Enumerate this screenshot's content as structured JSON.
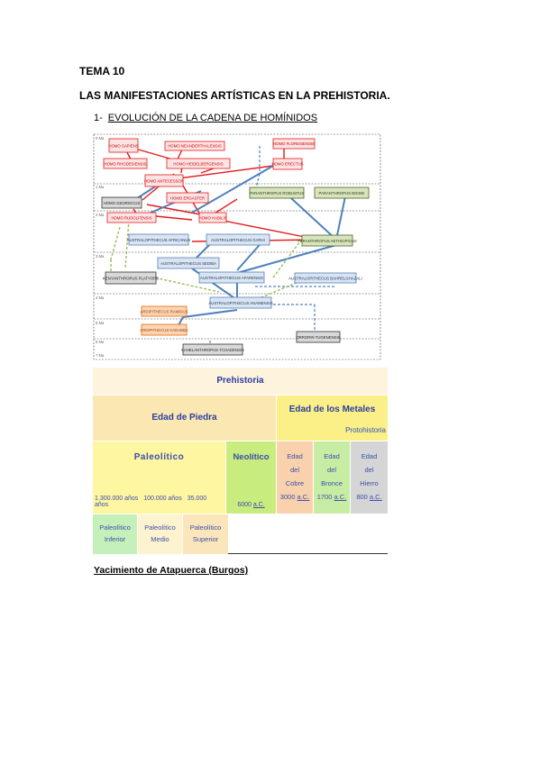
{
  "doc": {
    "tema": "TEMA 10",
    "heading": "LAS MANIFESTACIONES ARTÍSTICAS EN LA PREHISTORIA.",
    "section_number": "1-",
    "section_title": "EVOLUCIÓN DE LA CADENA DE HOMÍNIDOS",
    "footer_title": "Yacimiento de Atapuerca (Burgos)"
  },
  "diagram": {
    "nodes": [
      {
        "id": "n1",
        "label": "HOMO SAPIENS"
      },
      {
        "id": "n2",
        "label": "HOMO NEANDERTHALENSIS"
      },
      {
        "id": "n3",
        "label": "HOMO FLORESIENSIS"
      },
      {
        "id": "n4",
        "label": "HOMO RHODESIENSIS"
      },
      {
        "id": "n5",
        "label": "HOMO HEIDELBERGENSIS"
      },
      {
        "id": "n6",
        "label": "HOMO ERECTUS"
      },
      {
        "id": "n7",
        "label": "HOMO ANTECESSOR"
      },
      {
        "id": "n8",
        "label": "HOMO ERGASTER"
      },
      {
        "id": "n9",
        "label": "HOMO GEORGICUS"
      },
      {
        "id": "n10",
        "label": "PARANTHROPUS ROBUSTUS"
      },
      {
        "id": "n11",
        "label": "PARANTHROPUS BOISEI"
      },
      {
        "id": "n12",
        "label": "HOMO RUDOLFENSIS"
      },
      {
        "id": "n13",
        "label": "HOMO HABILIS"
      },
      {
        "id": "n14",
        "label": "AUSTRALOPITHECUS AFRICANUS"
      },
      {
        "id": "n15",
        "label": "AUSTRALOPITHECUS GARHI"
      },
      {
        "id": "n16",
        "label": "PARANTHROPUS AETHIOPICUS"
      },
      {
        "id": "n17",
        "label": "AUSTRALOPITHECUS SEDIBA"
      },
      {
        "id": "n18",
        "label": "KENYANTHROPUS PLATYOPS"
      },
      {
        "id": "n19",
        "label": "AUSTRALOPITHECUS AFARENSIS"
      },
      {
        "id": "n20",
        "label": "AUSTRALOPITHECUS BAHRELGHAZALI"
      },
      {
        "id": "n21",
        "label": "AUSTRALOPITHECUS ANAMENSIS"
      },
      {
        "id": "n22",
        "label": "ARDIPITHECUS RAMIDUS"
      },
      {
        "id": "n23",
        "label": "ARDIPITHECUS KADABBA"
      },
      {
        "id": "n24",
        "label": "ORRORIN TUGENENSIS"
      },
      {
        "id": "n25",
        "label": "SAHELANTHROPUS TCHADENSIS"
      }
    ],
    "eras": [
      "0 Ma",
      "1 Ma",
      "2 Ma",
      "3 Ma",
      "4 Ma",
      "5 Ma",
      "6 Ma",
      "7 Ma"
    ],
    "colors": {
      "red": "#e31b1b",
      "blue": "#4f81bd",
      "green": "#9bbb59",
      "boxRed": "#fde3e3",
      "boxBlue": "#dbe5f1",
      "boxGreen": "#d7e4bd",
      "boxOrange": "#fcd5b4",
      "boxGray": "#d9d9d9"
    }
  },
  "timeline": {
    "title": "Prehistoria",
    "piedra": "Edad de Piedra",
    "metales": "Edad de los Metales",
    "protohistoria": "Protohistoria",
    "paleolitico": "Paleolítico",
    "paleo_dates": [
      "1.300.000 años",
      "100.000 años",
      "35.000 años"
    ],
    "neolitico": "Neolítico",
    "neo_date": "6000 a.C.",
    "cobre": {
      "l1": "Edad",
      "l2": "del",
      "l3": "Cobre",
      "date": "3000 a.C."
    },
    "bronce": {
      "l1": "Edad",
      "l2": "del",
      "l3": "Bronce",
      "date": "1700 a.C."
    },
    "hierro": {
      "l1": "Edad",
      "l2": "del",
      "l3": "Hierro",
      "date": "800 a.C."
    },
    "p_inferior": {
      "l1": "Paleolítico",
      "l2": "Inferior"
    },
    "p_medio": {
      "l1": "Paleolítico",
      "l2": "Medio"
    },
    "p_superior": {
      "l1": "Paleolítico",
      "l2": "Superior"
    }
  }
}
